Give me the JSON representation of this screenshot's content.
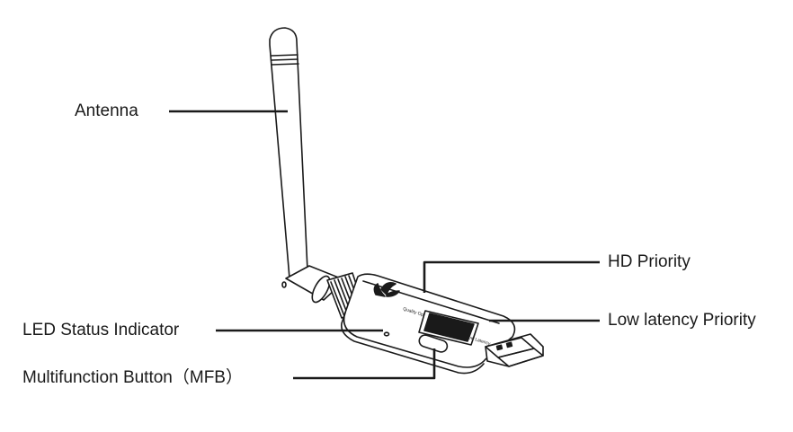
{
  "labels": {
    "antenna": "Antenna",
    "hd_priority": "HD Priority",
    "led_status": "LED Status Indicator",
    "low_latency": "Low latency Priority",
    "mfb": "Multifunction Button（MFB）"
  },
  "device_marks": {
    "upper_tiny_text": "Quality Opt",
    "lower_tiny_text": "Low Latency"
  },
  "colors": {
    "line": "#1a1a1a",
    "text": "#1a1a1a",
    "background": "#ffffff"
  }
}
